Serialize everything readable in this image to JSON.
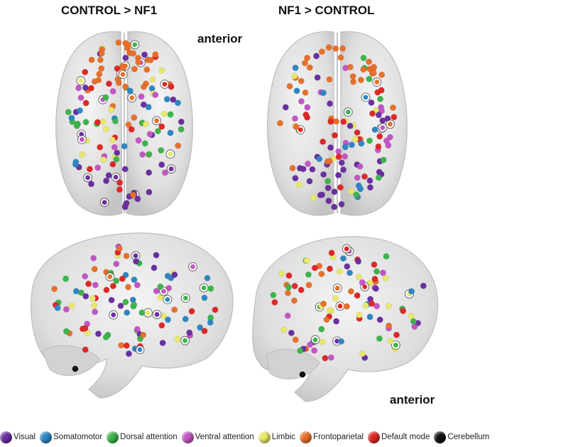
{
  "titles": {
    "left": "CONTROL > NF1",
    "right": "NF1 > CONTROL",
    "anterior_top": "anterior",
    "anterior_bottom": "anterior"
  },
  "colors": {
    "visual": "#6a2fa0",
    "somatomotor": "#2f86c4",
    "dorsal": "#3cb54a",
    "ventral": "#c455c4",
    "limbic": "#e8e86a",
    "fronto": "#e8702a",
    "default": "#e02828",
    "cereb": "#111111"
  },
  "legend": [
    {
      "key": "visual",
      "label": "Visual"
    },
    {
      "key": "somatomotor",
      "label": "Somatomotor"
    },
    {
      "key": "dorsal",
      "label": "Dorsal attention"
    },
    {
      "key": "ventral",
      "label": "Ventral attention"
    },
    {
      "key": "limbic",
      "label": "Limbic"
    },
    {
      "key": "fronto",
      "label": "Frontoparietal"
    },
    {
      "key": "default",
      "label": "Default mode"
    },
    {
      "key": "cereb",
      "label": "Cerebellum"
    }
  ]
}
